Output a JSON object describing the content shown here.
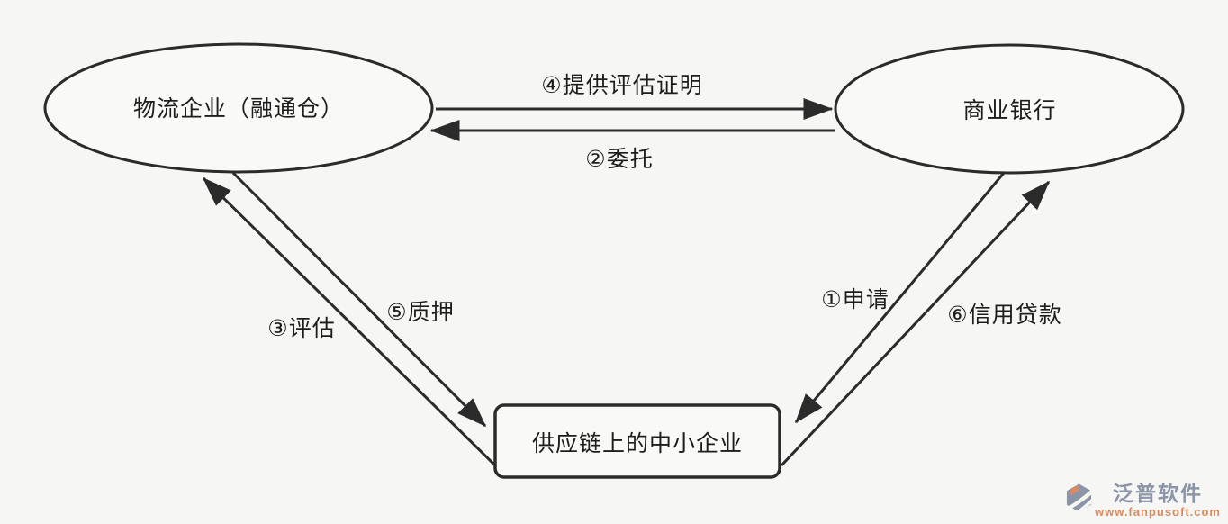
{
  "diagram": {
    "type": "flow-diagram",
    "nodes": {
      "logistics": {
        "label": "物流企业（融通仓）",
        "shape": "ellipse"
      },
      "bank": {
        "label": "商业银行",
        "shape": "ellipse"
      },
      "sme": {
        "label": "供应链上的中小企业",
        "shape": "rounded-rectangle"
      }
    },
    "edges": {
      "apply": {
        "label": "①申请",
        "from": "bank",
        "to": "sme"
      },
      "entrust": {
        "label": "②委托",
        "from": "bank",
        "to": "logistics"
      },
      "evaluate": {
        "label": "③评估",
        "from": "sme",
        "to": "logistics"
      },
      "certificate": {
        "label": "④提供评估证明",
        "from": "logistics",
        "to": "bank"
      },
      "pledge": {
        "label": "⑤质押",
        "from": "logistics",
        "to": "sme"
      },
      "credit": {
        "label": "⑥信用贷款",
        "from": "sme",
        "to": "bank"
      }
    }
  },
  "watermark": {
    "brand": "泛普软件",
    "url": "www.fanpusoft.com",
    "brand_color": "#8c95a7",
    "url_color": "#dd8a5e"
  },
  "colors": {
    "background": "#f6f6f4",
    "stroke": "#2b2b2b",
    "text": "#1d1d1d"
  }
}
